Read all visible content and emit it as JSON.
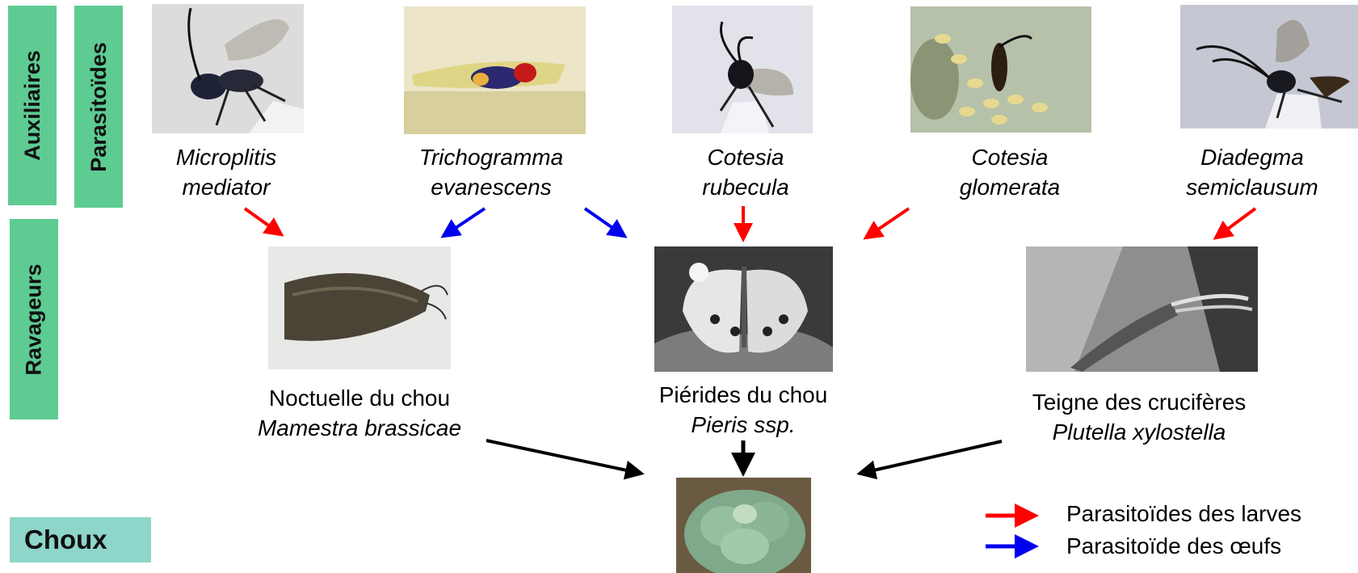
{
  "side_labels": {
    "auxiliaires": "Auxiliaires",
    "parasitoides": "Parasitoïdes",
    "ravageurs": "Ravageurs",
    "choux": "Choux"
  },
  "parasitoids": [
    {
      "line1": "Microplitis",
      "line2": "mediator"
    },
    {
      "line1": "Trichogramma",
      "line2": "evanescens"
    },
    {
      "line1": "Cotesia",
      "line2": "rubecula"
    },
    {
      "line1": "Cotesia",
      "line2": "glomerata"
    },
    {
      "line1": "Diadegma",
      "line2": "semiclausum"
    }
  ],
  "pests": [
    {
      "common": "Noctuelle du chou",
      "latin": "Mamestra brassicae"
    },
    {
      "common": "Piérides du chou",
      "latin": "Pieris ssp."
    },
    {
      "common": "Teigne des crucifères",
      "latin": "Plutella xylostella"
    }
  ],
  "legend": {
    "larvae": "Parasitoïdes des larves",
    "eggs": "Parasitoïde des œufs"
  },
  "colors": {
    "larvae_arrow": "#ff0000",
    "eggs_arrow": "#0000ee",
    "host_arrow": "#000000",
    "label_green": "#5dcb92",
    "label_teal": "#8dd6c9"
  }
}
